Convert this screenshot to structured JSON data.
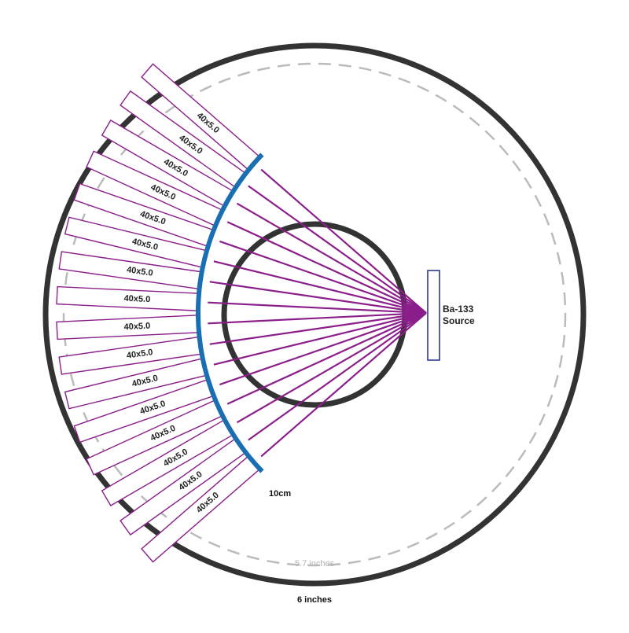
{
  "diagram": {
    "outer_circle_label": "6 inches",
    "dashed_circle_label": "5.7 inches",
    "arc_label": "10cm",
    "source_label_line1": "Ba-133",
    "source_label_line2": "Source",
    "detector_label": "40x5.0",
    "detector_count": 16,
    "colors": {
      "outer_ring": "#333333",
      "inner_ring": "#333333",
      "dashed_ring": "#bbbbbb",
      "beam": "#8b1e8b",
      "detector_outline": "#8b1e8b",
      "arc": "#1a6fb3",
      "source_outline": "#2b3a8c"
    }
  }
}
